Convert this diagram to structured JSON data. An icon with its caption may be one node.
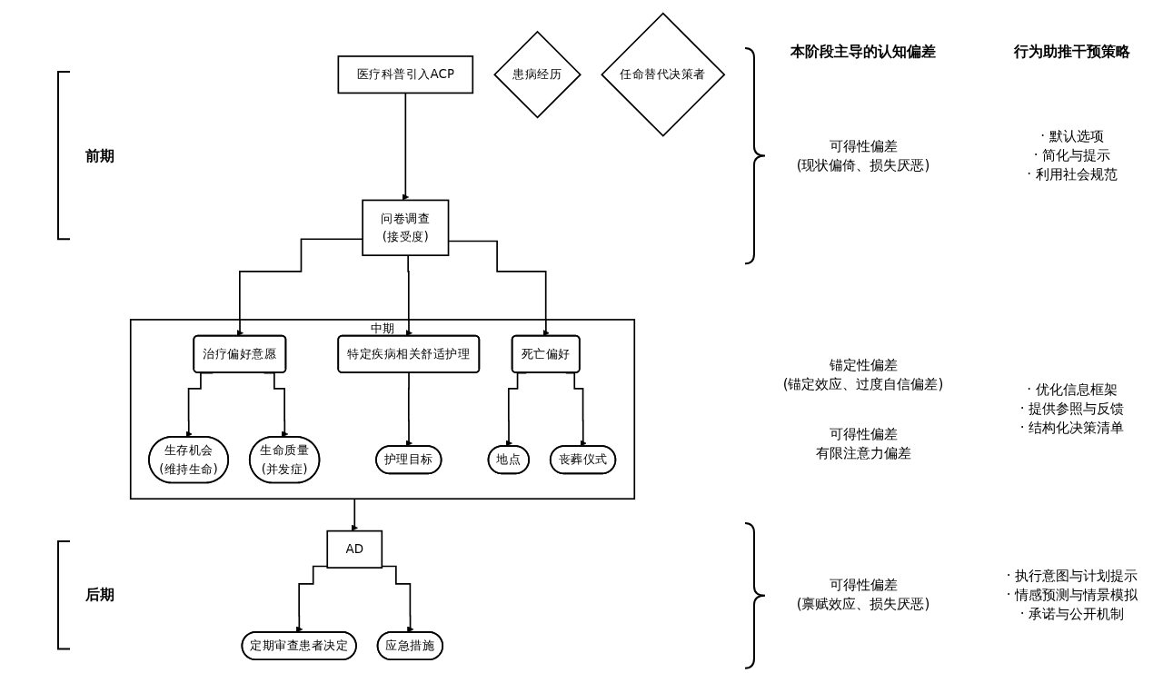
{
  "diagram": {
    "nodes": [
      {
        "text": [
          "医疗科普引入ACP"
        ]
      },
      {
        "text": [
          "患病经历"
        ]
      },
      {
        "text": [
          "问卷调查",
          "(接受度)"
        ]
      },
      {
        "text": [
          "中期"
        ]
      },
      {
        "text": [
          "治疗偏好意愿"
        ],
        "in": 3
      },
      {
        "text": [
          "特定疾病相关舒适护理"
        ],
        "in": 3
      },
      {
        "text": [
          "死亡偏好"
        ],
        "in": 3
      },
      {
        "text": [
          "生存机会",
          "(维持生命)"
        ],
        "in": 3
      },
      {
        "text": [
          "生命质量",
          "(并发症)"
        ],
        "in": 3
      },
      {
        "text": [
          "护理目标"
        ],
        "in": 3
      },
      {
        "text": [
          "地点"
        ],
        "in": 3
      },
      {
        "text": [
          "丧葬仪式"
        ],
        "in": 3
      },
      {
        "text": [
          "任命替代决策者"
        ]
      },
      {
        "text": [
          "AD"
        ]
      },
      {
        "text": [
          "定期审查患者决定"
        ]
      },
      {
        "text": [
          "应急措施"
        ]
      }
    ],
    "edges": [
      {
        "from": 0,
        "to": 2,
        "arrow": "to"
      },
      {
        "from": 2,
        "to": 4,
        "arrow": "to"
      },
      {
        "from": 2,
        "to": 5,
        "arrow": "to"
      },
      {
        "from": 2,
        "to": 6,
        "arrow": "to"
      },
      {
        "from": 4,
        "to": 7,
        "arrow": "to"
      },
      {
        "from": 4,
        "to": 8,
        "arrow": "to"
      },
      {
        "from": 5,
        "to": 9,
        "arrow": "to"
      },
      {
        "from": 6,
        "to": 10,
        "arrow": "to"
      },
      {
        "from": 6,
        "to": 11,
        "arrow": "to"
      },
      {
        "from": 3,
        "to": 13,
        "arrow": "to"
      },
      {
        "from": 13,
        "to": 14,
        "arrow": "to"
      },
      {
        "from": 13,
        "to": 15,
        "arrow": "to"
      }
    ],
    "labels": [
      "本阶段主导的认知偏差",
      "行为助推干预策略",
      "前期",
      "可得性偏差",
      "(现状偏倚、损失厌恶)",
      "· 默认选项",
      "· 简化与提示",
      "· 利用社会规范",
      "锚定性偏差",
      "(锚定效应、过度自信偏差)",
      "· 优化信息框架",
      "· 提供参照与反馈",
      "· 结构化决策清单",
      "可得性偏差",
      "有限注意力偏差",
      "后期",
      "可得性偏差",
      "(禀赋效应、损失厌恶)",
      "· 执行意图与计划提示",
      "· 情感预测与情景模拟",
      "· 承诺与公开机制"
    ]
  }
}
